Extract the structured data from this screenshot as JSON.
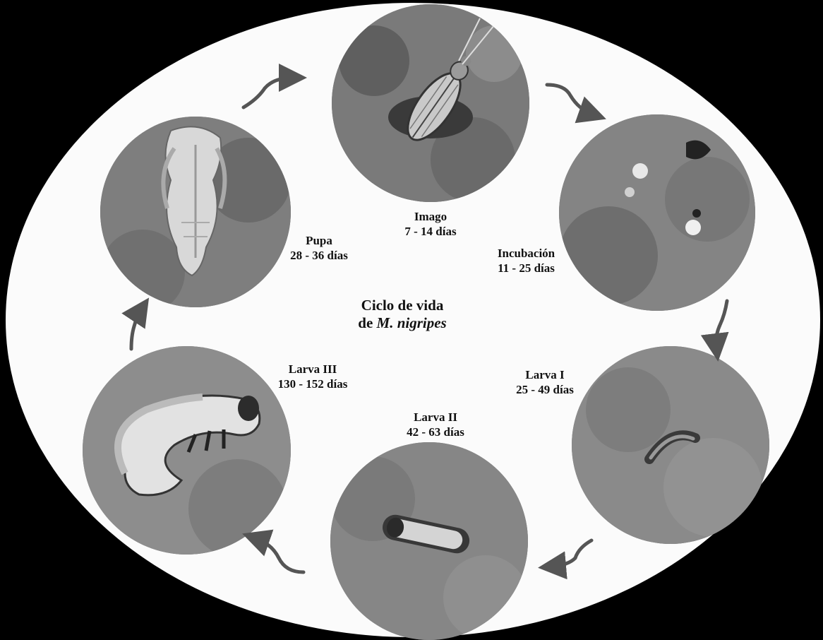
{
  "title": {
    "line1": "Ciclo de vida",
    "line2_prefix": "de ",
    "line2_species": "M. nigripes"
  },
  "stages": [
    {
      "id": "imago",
      "name": "Imago",
      "duration": "7 - 14 días",
      "photo": "adult-beetle-on-soil"
    },
    {
      "id": "incubacion",
      "name": "Incubación",
      "duration": "11 - 25 días",
      "photo": "eggs-in-soil"
    },
    {
      "id": "larva1",
      "name": "Larva I",
      "duration": "25 - 49 días",
      "photo": "small-larva-on-soil"
    },
    {
      "id": "larva2",
      "name": "Larva II",
      "duration": "42 - 63 días",
      "photo": "medium-larva-on-soil"
    },
    {
      "id": "larva3",
      "name": "Larva III",
      "duration": "130 - 152 días",
      "photo": "c-shaped-grub-on-soil"
    },
    {
      "id": "pupa",
      "name": "Pupa",
      "duration": "28 - 36 días",
      "photo": "pupa-on-soil"
    }
  ],
  "colors": {
    "background": "#000000",
    "oval": "#fbfbfb",
    "arrow": "#555555",
    "text": "#111111"
  }
}
